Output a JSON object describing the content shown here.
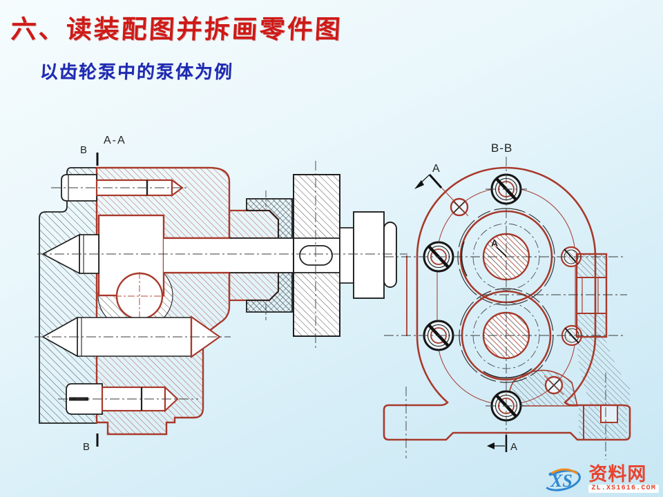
{
  "slide": {
    "title": "六、读装配图并拆画零件图",
    "subtitle": "以齿轮泵中的泵体为例",
    "title_color": "#ce1a17",
    "subtitle_color": "#1e2ab2"
  },
  "views": {
    "left": {
      "label": "A-A",
      "marker_top": "B",
      "marker_bottom": "B"
    },
    "right": {
      "label": "B-B",
      "arrow_top_label": "A",
      "arrow_bottom_label": "A",
      "hole_label": "A"
    }
  },
  "colors": {
    "highlight_red": "#a8392b",
    "line_black": "#1f1f1f",
    "centerline": "#3a3a3a",
    "background_top": "#f6fcfe",
    "background_bottom": "#c7e7f4"
  },
  "watermark": {
    "logo_text": "XS",
    "name": "资料网",
    "url": "ZL.XS1616.COM",
    "accent": "#e8432e"
  }
}
